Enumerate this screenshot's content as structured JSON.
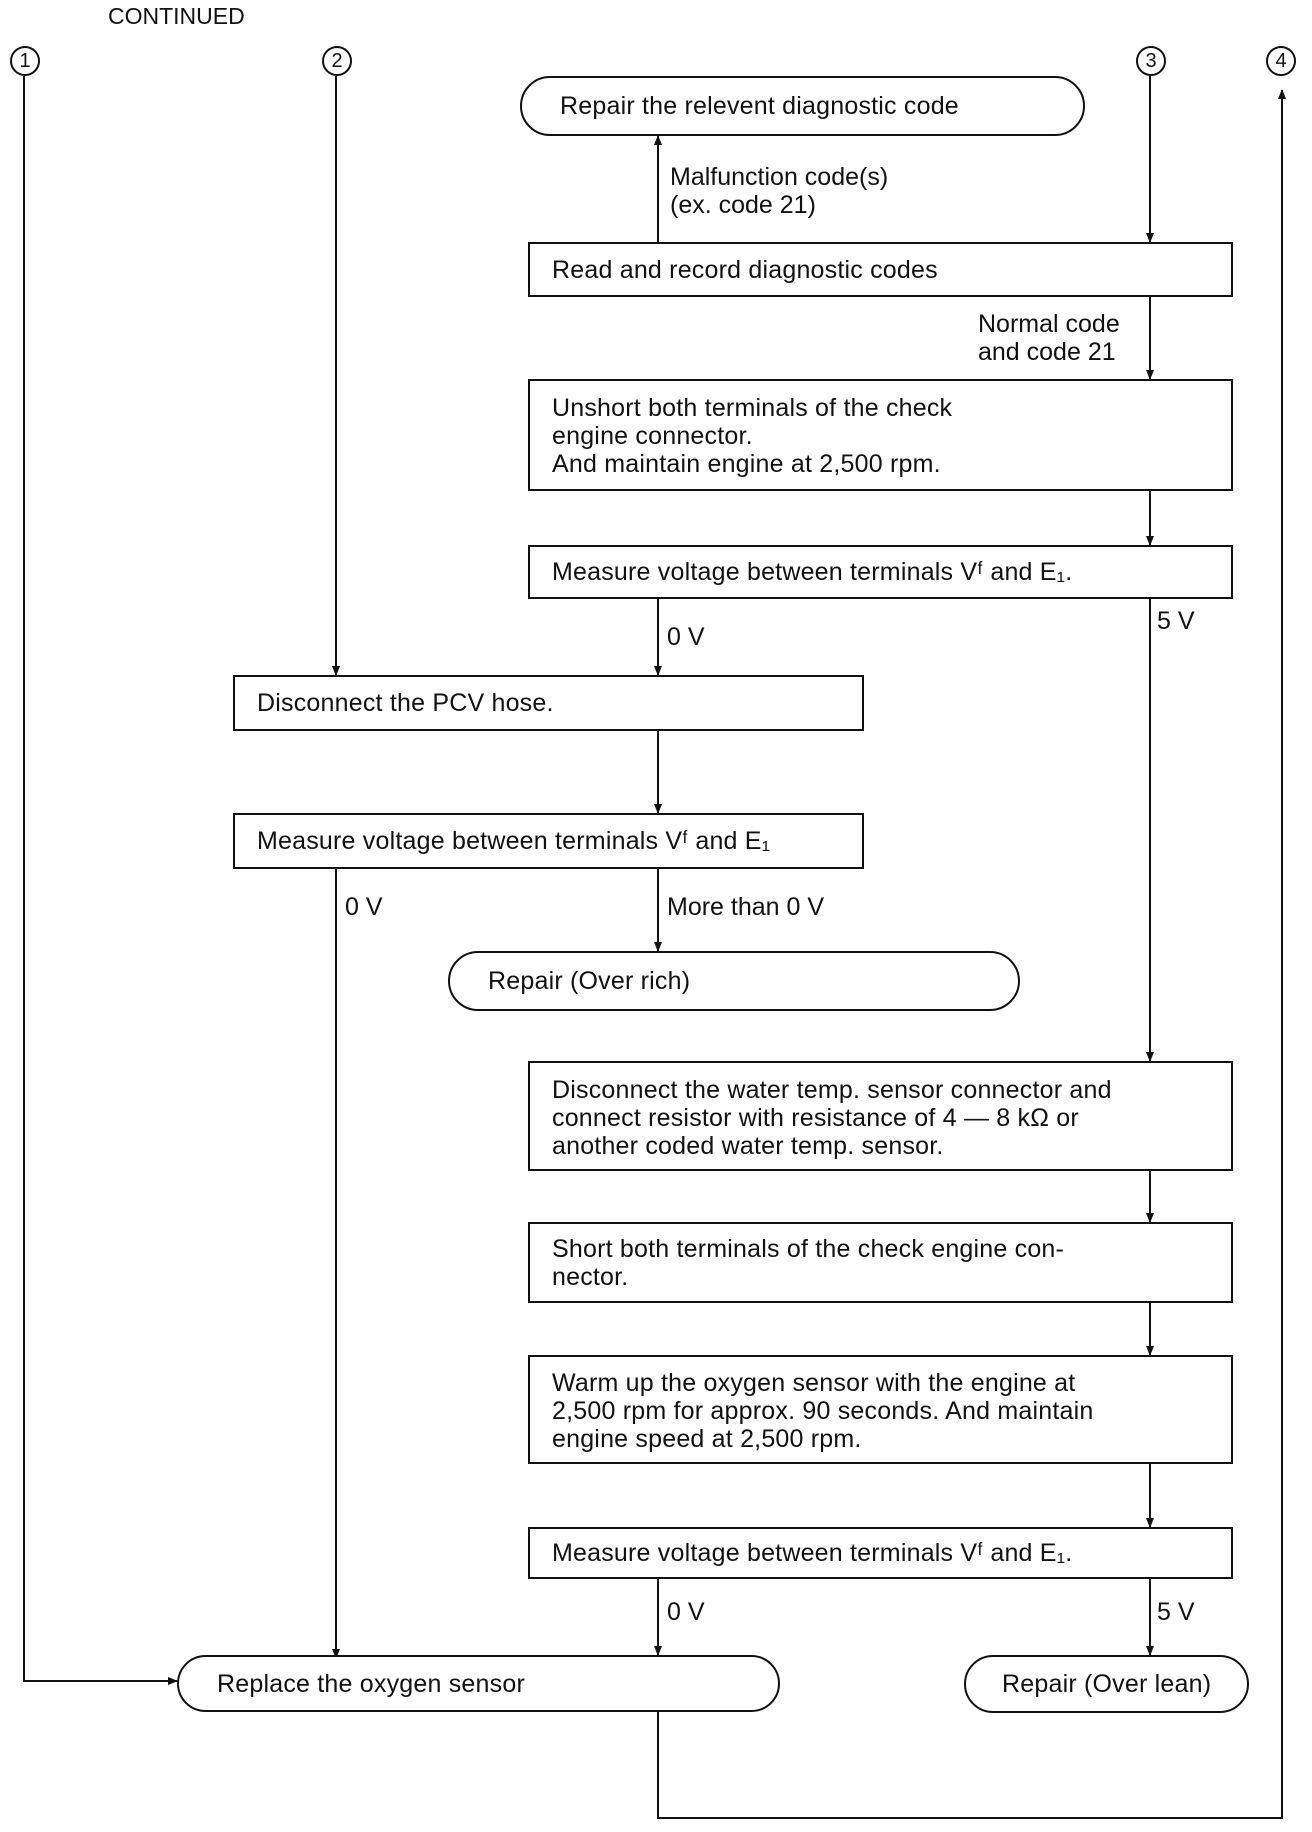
{
  "header": "CONTINUED",
  "connectors": [
    "1",
    "2",
    "3",
    "4"
  ],
  "nodes": {
    "repair_relevent": "Repair the relevent diagnostic code",
    "read_record": "Read and record diagnostic codes",
    "unshort": [
      "Unshort both terminals of the check",
      "engine connector.",
      "And maintain engine at 2,500 rpm."
    ],
    "measure_1": "Measure voltage between terminals Vᶠ and E₁.",
    "disconnect_pcv": "Disconnect the PCV hose.",
    "measure_2": "Measure voltage between terminals Vᶠ and E₁",
    "repair_over_rich": "Repair (Over rich)",
    "disconnect_water": [
      "Disconnect the water temp. sensor connector and",
      "connect resistor with resistance of 4 — 8 kΩ or",
      "another coded water temp. sensor."
    ],
    "short_both": [
      "Short both terminals of the check engine con-",
      "nector."
    ],
    "warm_up": [
      "Warm up the oxygen sensor with the engine at",
      "2,500 rpm for approx. 90 seconds. And maintain",
      "engine speed at 2,500 rpm."
    ],
    "measure_3": "Measure voltage between terminals Vᶠ and E₁.",
    "replace_o2": "Replace the oxygen sensor",
    "repair_over_lean": "Repair (Over lean)"
  },
  "labels": {
    "malfunction": [
      "Malfunction code(s)",
      "(ex. code 21)"
    ],
    "normal_code": [
      "Normal code",
      "and code 21"
    ],
    "m1_0v": "0 V",
    "m1_5v": "5 V",
    "m2_0v": "0 V",
    "m2_more": "More than 0 V",
    "m3_0v": "0 V",
    "m3_5v": "5 V"
  }
}
